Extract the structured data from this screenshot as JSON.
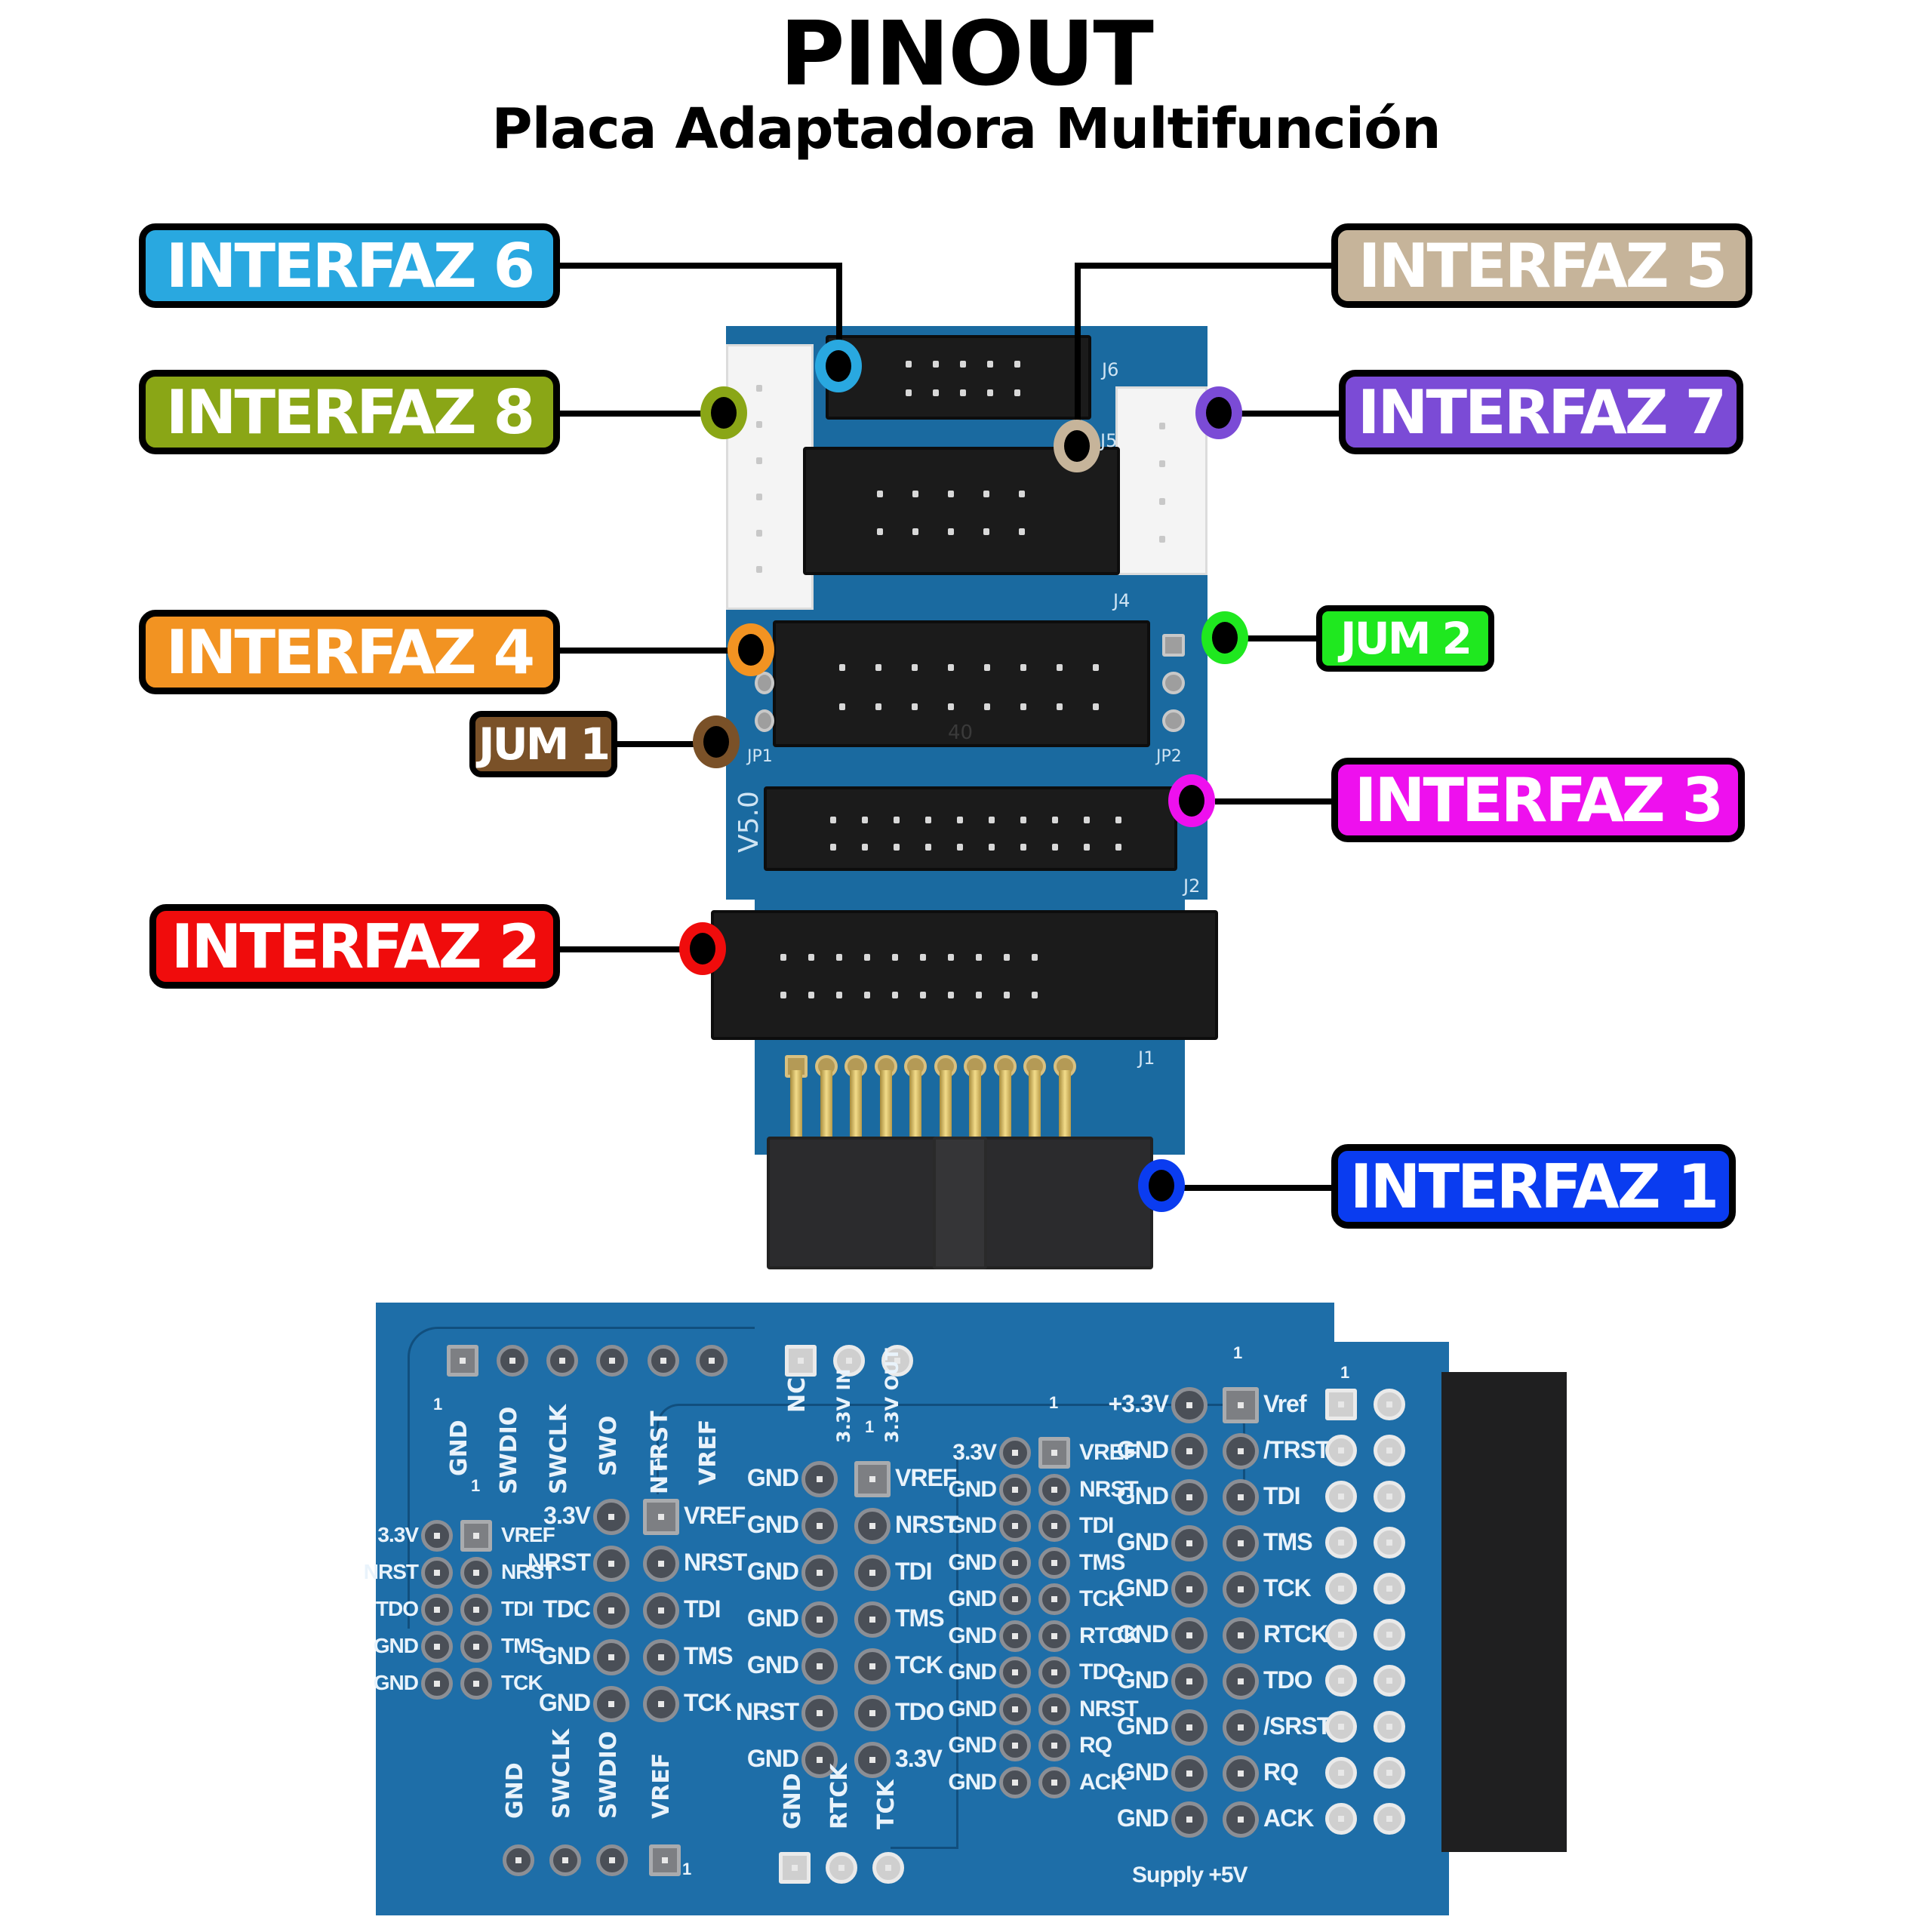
{
  "header": {
    "title": "PINOUT",
    "subtitle": "Placa Adaptadora Multifunción"
  },
  "callouts": [
    {
      "id": "interfaz-6",
      "label": "INTERFAZ 6",
      "color": "#29a8e0"
    },
    {
      "id": "interfaz-8",
      "label": "INTERFAZ 8",
      "color": "#8aa616"
    },
    {
      "id": "interfaz-5",
      "label": "INTERFAZ 5",
      "color": "#c6b49a"
    },
    {
      "id": "interfaz-7",
      "label": "INTERFAZ 7",
      "color": "#7b4bd6"
    },
    {
      "id": "interfaz-4",
      "label": "INTERFAZ 4",
      "color": "#f29322"
    },
    {
      "id": "jum-1",
      "label": "JUM 1",
      "color": "#7a5128"
    },
    {
      "id": "jum-2",
      "label": "JUM 2",
      "color": "#1fe81f"
    },
    {
      "id": "interfaz-3",
      "label": "INTERFAZ 3",
      "color": "#ee10ee"
    },
    {
      "id": "interfaz-2",
      "label": "INTERFAZ 2",
      "color": "#f00c0c"
    },
    {
      "id": "interfaz-1",
      "label": "INTERFAZ 1",
      "color": "#0a3cf0"
    }
  ],
  "front_board": {
    "silkscreen": {
      "j6": "J6",
      "j5": "J5",
      "j4": "J4",
      "j2": "J2",
      "j1": "J1",
      "jp1": "JP1",
      "jp2": "JP2",
      "version": "V5.0",
      "marker": "40"
    }
  },
  "back_board": {
    "top_row": [
      "GND",
      "SWDIO",
      "SWCLK",
      "SWO",
      "NTRST",
      "VREF"
    ],
    "top_row_pin1": "1",
    "power_row": [
      "NC",
      "3.3V IN",
      "3.3V OUT"
    ],
    "block_a": {
      "pin1": "1",
      "left": [
        "3.3V",
        "NRST",
        "TDO",
        "GND",
        "GND"
      ],
      "right": [
        "VREF",
        "NRST",
        "TDI",
        "TMS",
        "TCK"
      ]
    },
    "block_b": {
      "pin1": "1",
      "left": [
        "3.3V",
        "NRST",
        "TDC",
        "GND",
        "GND"
      ],
      "right": [
        "VREF",
        "NRST",
        "TDI",
        "TMS",
        "TCK"
      ]
    },
    "block_c": {
      "pin1": "1",
      "left": [
        "GND",
        "GND",
        "GND",
        "GND",
        "GND",
        "NRST",
        "GND"
      ],
      "right": [
        "VREF",
        "NRST",
        "TDI",
        "TMS",
        "TCK",
        "TDO",
        "3.3V"
      ]
    },
    "block_d": {
      "pin1": "1",
      "left": [
        "3.3V",
        "GND",
        "GND",
        "GND",
        "GND",
        "GND",
        "GND",
        "GND",
        "GND",
        "GND"
      ],
      "right": [
        "VREF",
        "NRST",
        "TDI",
        "TMS",
        "TCK",
        "RTCK",
        "TDO",
        "NRST",
        "RQ",
        "ACK"
      ]
    },
    "block_e": {
      "pin1": "1",
      "left": [
        "+3.3V",
        "GND",
        "GND",
        "GND",
        "GND",
        "GND",
        "GND",
        "GND",
        "GND",
        "GND"
      ],
      "right": [
        "Vref",
        "/TRST",
        "TDI",
        "TMS",
        "TCK",
        "RTCK",
        "TDO",
        "/SRST",
        "RQ",
        "ACK"
      ]
    },
    "edge_pin1": "1",
    "bottom_swd": [
      "GND",
      "SWCLK",
      "SWDIO",
      "VREF"
    ],
    "bottom_swd_pin1": "1",
    "bottom_clk": [
      "GND",
      "RTCK",
      "TCK"
    ],
    "supply_note": "Supply +5V"
  }
}
